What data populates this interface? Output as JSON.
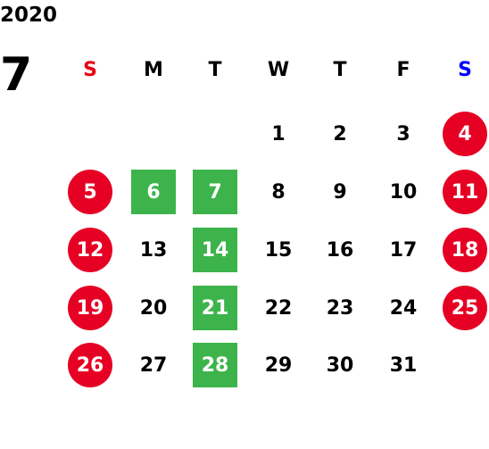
{
  "year": "2020",
  "month": "7",
  "colors": {
    "sunday": "#e60012",
    "saturday": "#0000ff",
    "holiday_red": "#e60023",
    "green": "#3cb44b"
  },
  "weekdays": [
    {
      "label": "S",
      "color": "#e60012"
    },
    {
      "label": "M",
      "color": "#000000"
    },
    {
      "label": "T",
      "color": "#000000"
    },
    {
      "label": "W",
      "color": "#000000"
    },
    {
      "label": "T",
      "color": "#000000"
    },
    {
      "label": "F",
      "color": "#000000"
    },
    {
      "label": "S",
      "color": "#0000ff"
    }
  ],
  "weeks": [
    [
      null,
      null,
      null,
      {
        "d": "1"
      },
      {
        "d": "2"
      },
      {
        "d": "3"
      },
      {
        "d": "4",
        "mark": "red"
      }
    ],
    [
      {
        "d": "5",
        "mark": "red"
      },
      {
        "d": "6",
        "mark": "green"
      },
      {
        "d": "7",
        "mark": "green"
      },
      {
        "d": "8"
      },
      {
        "d": "9"
      },
      {
        "d": "10"
      },
      {
        "d": "11",
        "mark": "red"
      }
    ],
    [
      {
        "d": "12",
        "mark": "red"
      },
      {
        "d": "13"
      },
      {
        "d": "14",
        "mark": "green"
      },
      {
        "d": "15"
      },
      {
        "d": "16"
      },
      {
        "d": "17"
      },
      {
        "d": "18",
        "mark": "red"
      }
    ],
    [
      {
        "d": "19",
        "mark": "red"
      },
      {
        "d": "20"
      },
      {
        "d": "21",
        "mark": "green"
      },
      {
        "d": "22"
      },
      {
        "d": "23"
      },
      {
        "d": "24"
      },
      {
        "d": "25",
        "mark": "red"
      }
    ],
    [
      {
        "d": "26",
        "mark": "red"
      },
      {
        "d": "27"
      },
      {
        "d": "28",
        "mark": "green"
      },
      {
        "d": "29"
      },
      {
        "d": "30"
      },
      {
        "d": "31"
      },
      null
    ]
  ]
}
